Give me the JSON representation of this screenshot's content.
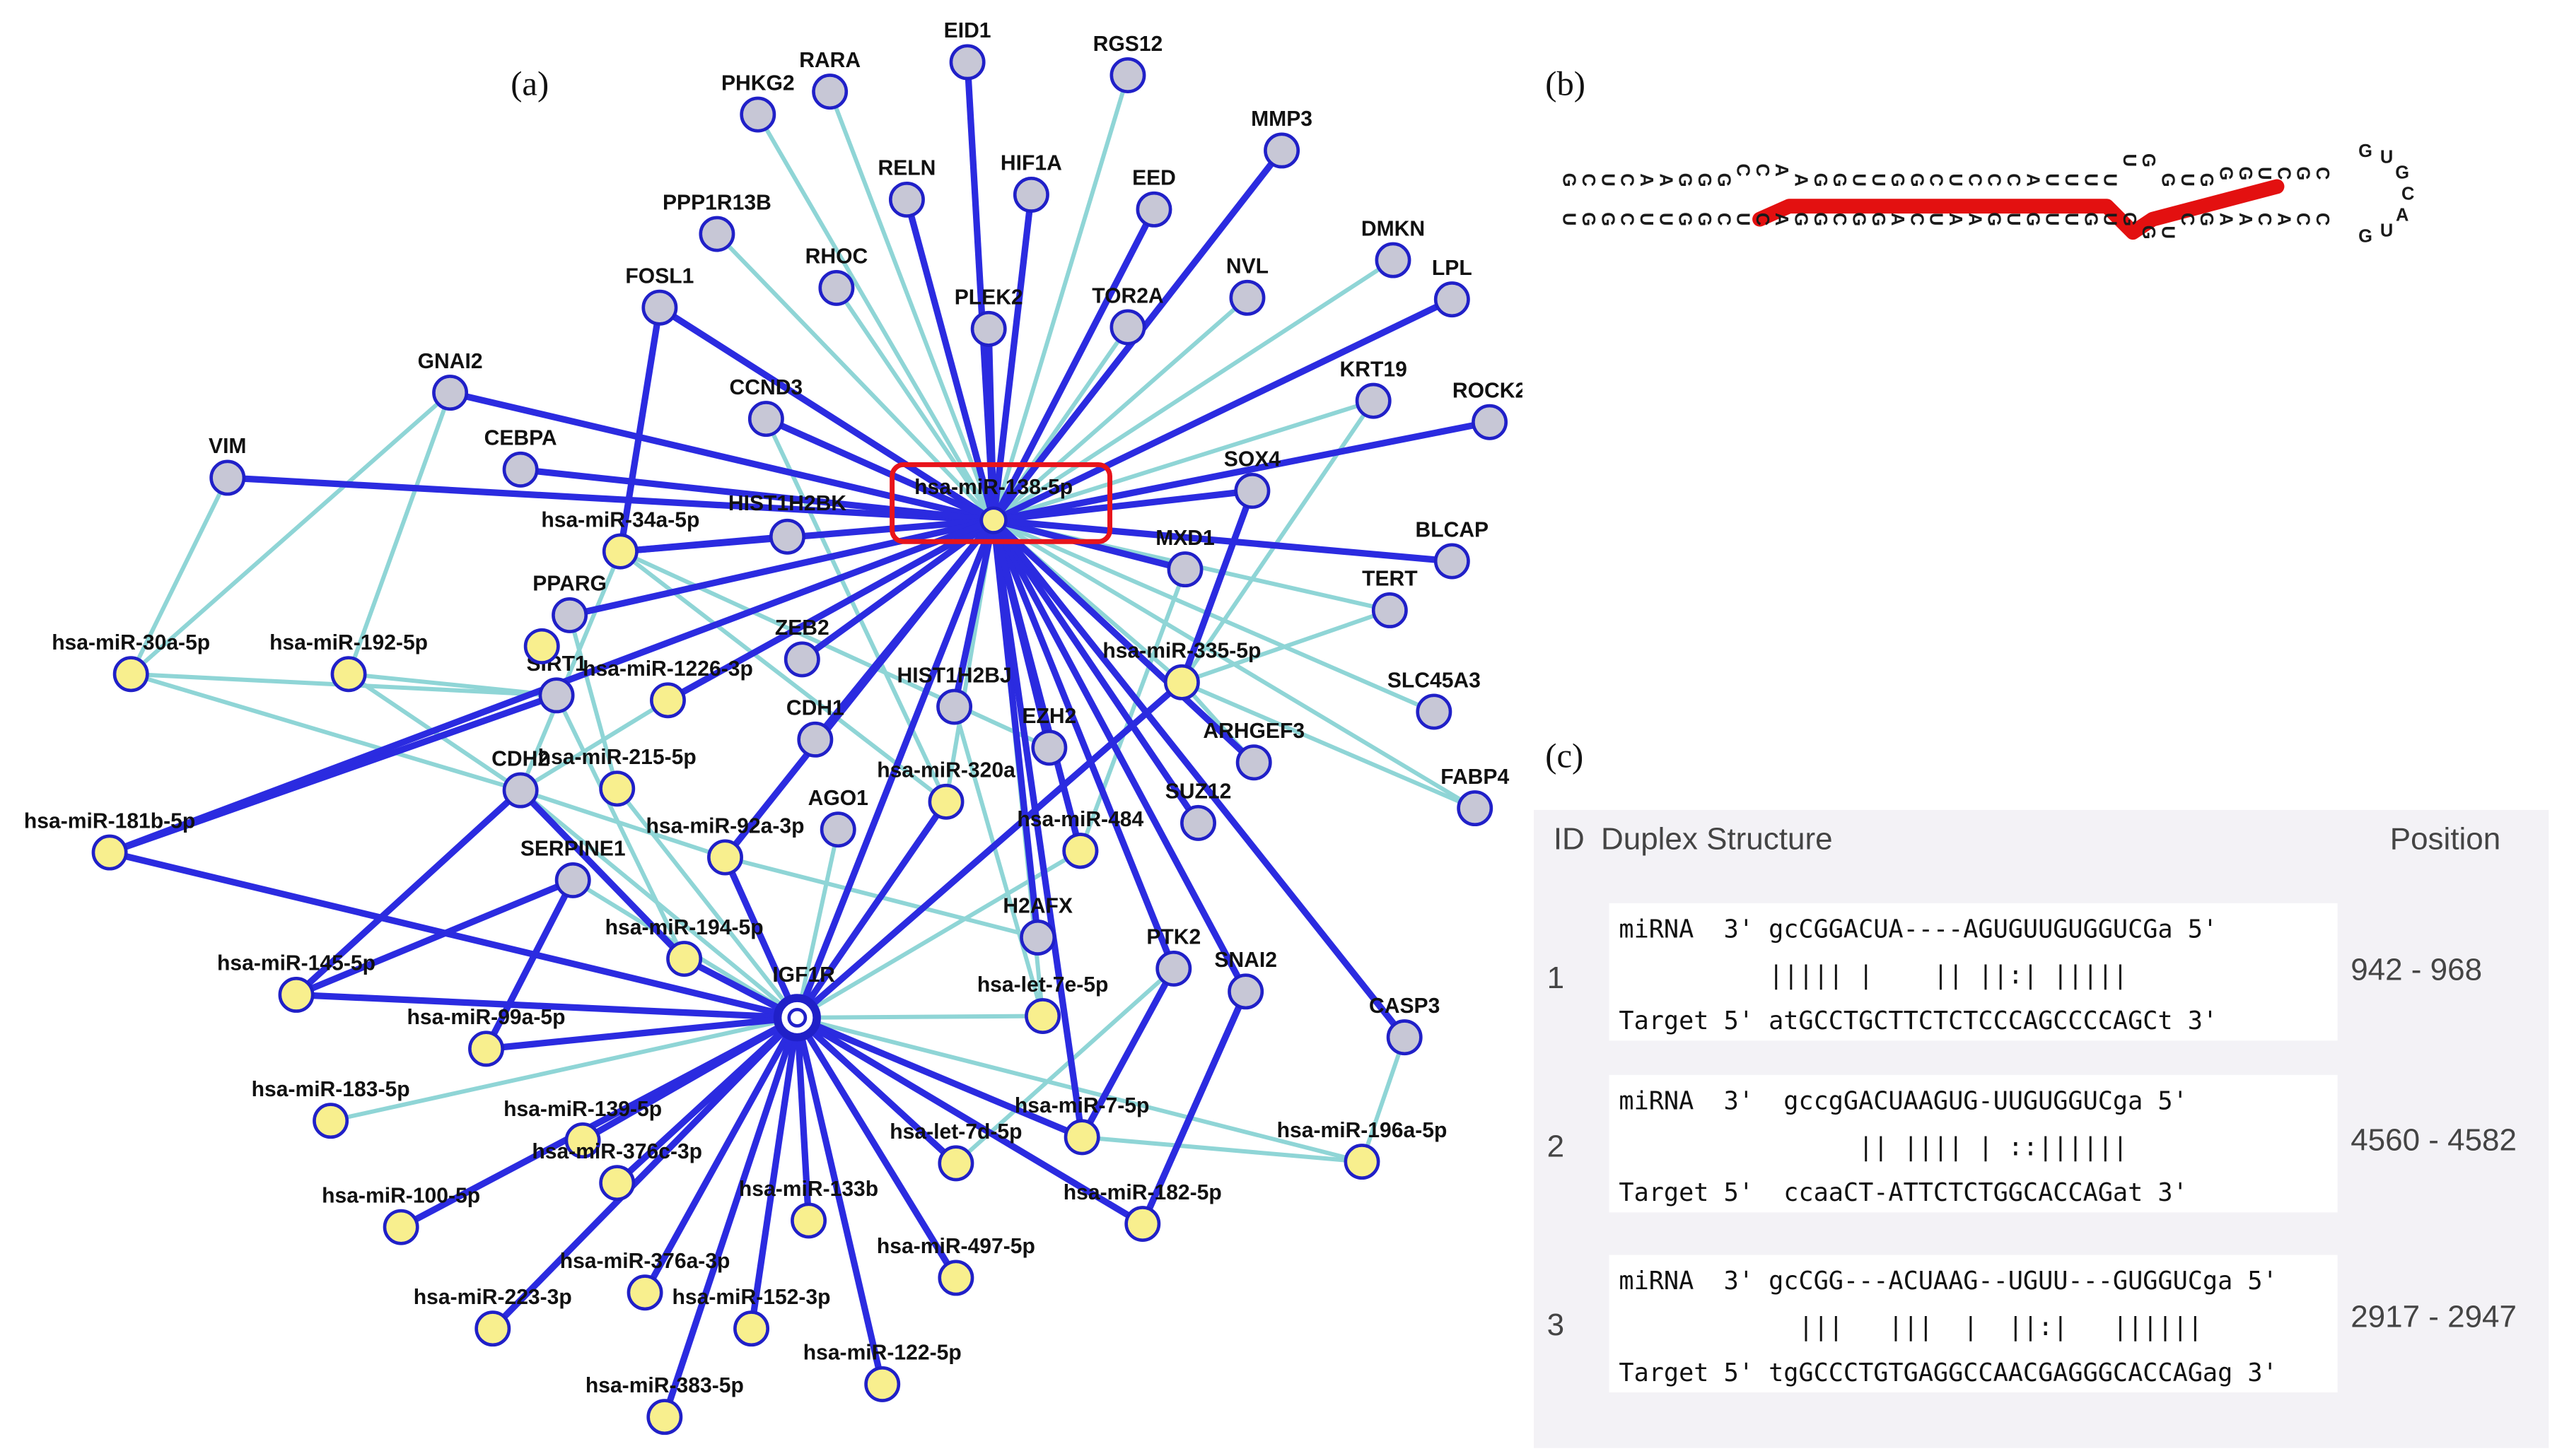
{
  "panels": {
    "a": "(a)",
    "b": "(b)",
    "c": "(c)"
  },
  "colors": {
    "strong_edge": "#2b2be0",
    "weak_edge": "#8fd5d6",
    "gene_fill": "#c7c7d6",
    "mirna_fill": "#f8ef8e",
    "node_stroke": "#2020c8",
    "hub_box": "#e8141b",
    "highlight": "#e31010"
  },
  "network": {
    "hub": "hsa-miR-138-5p",
    "second_hub": "IGF1R",
    "nodes": [
      {
        "id": "hub",
        "label": "hsa-miR-138-5p",
        "type": "mirna"
      },
      {
        "id": "igf1r",
        "label": "IGF1R",
        "type": "gene"
      },
      {
        "id": "eid1",
        "label": "EID1",
        "type": "gene"
      },
      {
        "id": "rgs12",
        "label": "RGS12",
        "type": "gene"
      },
      {
        "id": "rara",
        "label": "RARA",
        "type": "gene"
      },
      {
        "id": "phkg2",
        "label": "PHKG2",
        "type": "gene"
      },
      {
        "id": "mmp3",
        "label": "MMP3",
        "type": "gene"
      },
      {
        "id": "reln",
        "label": "RELN",
        "type": "gene"
      },
      {
        "id": "hif1a",
        "label": "HIF1A",
        "type": "gene"
      },
      {
        "id": "eed",
        "label": "EED",
        "type": "gene"
      },
      {
        "id": "ppp1r13b",
        "label": "PPP1R13B",
        "type": "gene"
      },
      {
        "id": "dmkn",
        "label": "DMKN",
        "type": "gene"
      },
      {
        "id": "lpl",
        "label": "LPL",
        "type": "gene"
      },
      {
        "id": "nvl",
        "label": "NVL",
        "type": "gene"
      },
      {
        "id": "rhoc",
        "label": "RHOC",
        "type": "gene"
      },
      {
        "id": "plek2",
        "label": "PLEK2",
        "type": "gene"
      },
      {
        "id": "tor2a",
        "label": "TOR2A",
        "type": "gene"
      },
      {
        "id": "fosl1",
        "label": "FOSL1",
        "type": "gene"
      },
      {
        "id": "krt19",
        "label": "KRT19",
        "type": "gene"
      },
      {
        "id": "rock2",
        "label": "ROCK2",
        "type": "gene"
      },
      {
        "id": "gnai2",
        "label": "GNAI2",
        "type": "gene"
      },
      {
        "id": "ccnd3",
        "label": "CCND3",
        "type": "gene"
      },
      {
        "id": "vim",
        "label": "VIM",
        "type": "gene"
      },
      {
        "id": "cebpa",
        "label": "CEBPA",
        "type": "gene"
      },
      {
        "id": "sox4",
        "label": "SOX4",
        "type": "gene"
      },
      {
        "id": "hist1h2bk",
        "label": "HIST1H2BK",
        "type": "gene"
      },
      {
        "id": "mir34a",
        "label": "hsa-miR-34a-5p",
        "type": "mirna"
      },
      {
        "id": "mxd1",
        "label": "MXD1",
        "type": "gene"
      },
      {
        "id": "blcap",
        "label": "BLCAP",
        "type": "gene"
      },
      {
        "id": "pparg",
        "label": "PPARG",
        "type": "gene"
      },
      {
        "id": "tert",
        "label": "TERT",
        "type": "gene"
      },
      {
        "id": "mir30a",
        "label": "hsa-miR-30a-5p",
        "type": "mirna"
      },
      {
        "id": "mir192",
        "label": "hsa-miR-192-5p",
        "type": "mirna"
      },
      {
        "id": "zeb2",
        "label": "ZEB2",
        "type": "gene"
      },
      {
        "id": "mir335",
        "label": "hsa-miR-335-5p",
        "type": "mirna"
      },
      {
        "id": "sirt1",
        "label": "SIRT1",
        "type": "gene"
      },
      {
        "id": "mir1226",
        "label": "hsa-miR-1226-3p",
        "type": "mirna"
      },
      {
        "id": "slc45a3",
        "label": "SLC45A3",
        "type": "gene"
      },
      {
        "id": "hist1h2bj",
        "label": "HIST1H2BJ",
        "type": "gene"
      },
      {
        "id": "cdh1",
        "label": "CDH1",
        "type": "gene"
      },
      {
        "id": "ezh2",
        "label": "EZH2",
        "type": "gene"
      },
      {
        "id": "arhgef3",
        "label": "ARHGEF3",
        "type": "gene"
      },
      {
        "id": "cdh2",
        "label": "CDH2",
        "type": "gene"
      },
      {
        "id": "mir215",
        "label": "hsa-miR-215-5p",
        "type": "mirna"
      },
      {
        "id": "fabp4",
        "label": "FABP4",
        "type": "gene"
      },
      {
        "id": "mir320a",
        "label": "hsa-miR-320a",
        "type": "mirna"
      },
      {
        "id": "mir181b",
        "label": "hsa-miR-181b-5p",
        "type": "mirna"
      },
      {
        "id": "ago1",
        "label": "AGO1",
        "type": "gene"
      },
      {
        "id": "suz12",
        "label": "SUZ12",
        "type": "gene"
      },
      {
        "id": "mir92a",
        "label": "hsa-miR-92a-3p",
        "type": "mirna"
      },
      {
        "id": "mir484",
        "label": "hsa-miR-484",
        "type": "mirna"
      },
      {
        "id": "serpine1",
        "label": "SERPINE1",
        "type": "gene"
      },
      {
        "id": "h2afx",
        "label": "H2AFX",
        "type": "gene"
      },
      {
        "id": "mir194",
        "label": "hsa-miR-194-5p",
        "type": "mirna"
      },
      {
        "id": "ptk2",
        "label": "PTK2",
        "type": "gene"
      },
      {
        "id": "snai2",
        "label": "SNAI2",
        "type": "gene"
      },
      {
        "id": "mir145",
        "label": "hsa-miR-145-5p",
        "type": "mirna"
      },
      {
        "id": "casp3",
        "label": "CASP3",
        "type": "gene"
      },
      {
        "id": "let7e",
        "label": "hsa-let-7e-5p",
        "type": "mirna"
      },
      {
        "id": "mir99a",
        "label": "hsa-miR-99a-5p",
        "type": "mirna"
      },
      {
        "id": "mir183",
        "label": "hsa-miR-183-5p",
        "type": "mirna"
      },
      {
        "id": "mir139",
        "label": "hsa-miR-139-5p",
        "type": "mirna"
      },
      {
        "id": "mir7",
        "label": "hsa-miR-7-5p",
        "type": "mirna"
      },
      {
        "id": "mir196a",
        "label": "hsa-miR-196a-5p",
        "type": "mirna"
      },
      {
        "id": "let7d",
        "label": "hsa-let-7d-5p",
        "type": "mirna"
      },
      {
        "id": "mir376c",
        "label": "hsa-miR-376c-3p",
        "type": "mirna"
      },
      {
        "id": "mir100",
        "label": "hsa-miR-100-5p",
        "type": "mirna"
      },
      {
        "id": "mir182",
        "label": "hsa-miR-182-5p",
        "type": "mirna"
      },
      {
        "id": "mir133b",
        "label": "hsa-miR-133b",
        "type": "mirna"
      },
      {
        "id": "mir497",
        "label": "hsa-miR-497-5p",
        "type": "mirna"
      },
      {
        "id": "mir376a",
        "label": "hsa-miR-376a-3p",
        "type": "mirna"
      },
      {
        "id": "mir223",
        "label": "hsa-miR-223-3p",
        "type": "mirna"
      },
      {
        "id": "mir152",
        "label": "hsa-miR-152-3p",
        "type": "mirna"
      },
      {
        "id": "mir122",
        "label": "hsa-miR-122-5p",
        "type": "mirna"
      },
      {
        "id": "mir383",
        "label": "hsa-miR-383-5p",
        "type": "mirna"
      },
      {
        "id": "m_a",
        "label": "",
        "type": "mirna"
      },
      {
        "id": "m_b",
        "label": "",
        "type": "mirna"
      }
    ]
  },
  "hairpin": {
    "stem_upper": "GCUCAAGGGCCAAGGUUGGCUCCCAUUUUUGGUGGGUCGC",
    "stem_lower": "UGGCUUGGCUCAGGCGGACUAAGUGUUGUGGUCGAACACC",
    "loop": "GUGCAUG"
  },
  "duplex_table": {
    "headers": {
      "id": "ID",
      "structure": "Duplex Structure",
      "position": "Position"
    },
    "rows": [
      {
        "id": "1",
        "mirna": "miRNA  3' gcCGGACUA----AGUGUUGUGGUCGa 5'",
        "match": "          ||||| |    || ||:| |||||",
        "target": "Target 5' atGCCTGCTTCTCTCCCAGCCCCAGCt 3'",
        "position": "942 - 968"
      },
      {
        "id": "2",
        "mirna": "miRNA  3'  gccgGACUAAGUG-UUGUGGUCga 5'",
        "match": "                || |||| | ::||||||",
        "target": "Target 5'  ccaaCT-ATTCTCTGGCACCAGat 3'",
        "position": "4560 - 4582"
      },
      {
        "id": "3",
        "mirna": "miRNA  3' gcCGG---ACUAAG--UGUU---GUGGUCga 5'",
        "match": "            |||   |||  |  ||:|   ||||||",
        "target": "Target 5' tgGCCCTGTGAGGCCAACGAGGGCACCAGag 3'",
        "position": "2917 - 2947"
      }
    ]
  }
}
